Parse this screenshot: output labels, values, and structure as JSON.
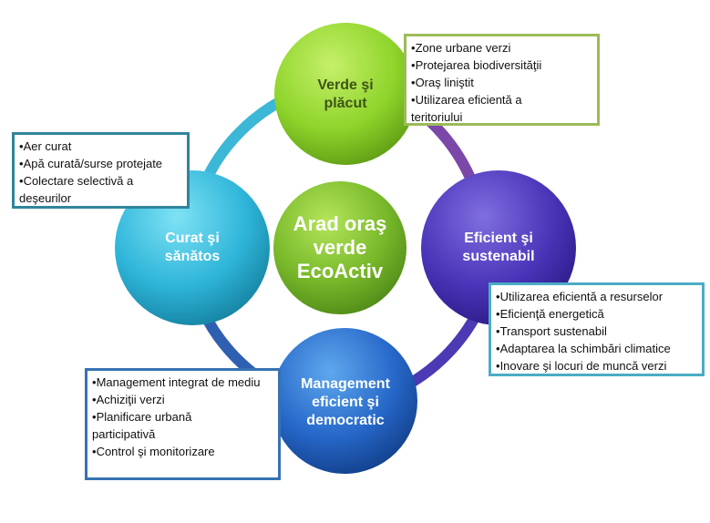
{
  "colors": {
    "ring_outer": "#2f5fb0",
    "ring_inner": "#7b47a8",
    "green_border": "#9bbb59",
    "cyan_border": "#31849b",
    "teal_border": "#4bacc6",
    "blue_border": "#3672b4"
  },
  "center": {
    "label": "Arad oraş\nverde\nEcoActiv"
  },
  "nodes": {
    "top": {
      "label": "Verde şi\nplăcut",
      "items": [
        "Zone urbane verzi",
        "Protejarea biodiversităţii",
        "Oraş liniştit",
        "Utilizarea eficientă a teritoriului"
      ]
    },
    "right": {
      "label": "Eficient şi\nsustenabil",
      "items": [
        "Utilizarea eficientă a resurselor",
        "Eficienţă energetică",
        "Transport sustenabil",
        "Adaptarea la schimbări climatice",
        "Inovare şi locuri de muncă verzi"
      ]
    },
    "bottom": {
      "label": "Management\neficient şi\ndemocratic",
      "items": [
        "Management integrat de mediu",
        "Achiziţii verzi",
        "Planificare urbană participativă",
        "Control şi monitorizare"
      ]
    },
    "left": {
      "label": "Curat şi\nsănătos",
      "items": [
        "Aer curat",
        "Apă curată/surse protejate",
        "Colectare selectivă a deşeurilor"
      ]
    }
  }
}
